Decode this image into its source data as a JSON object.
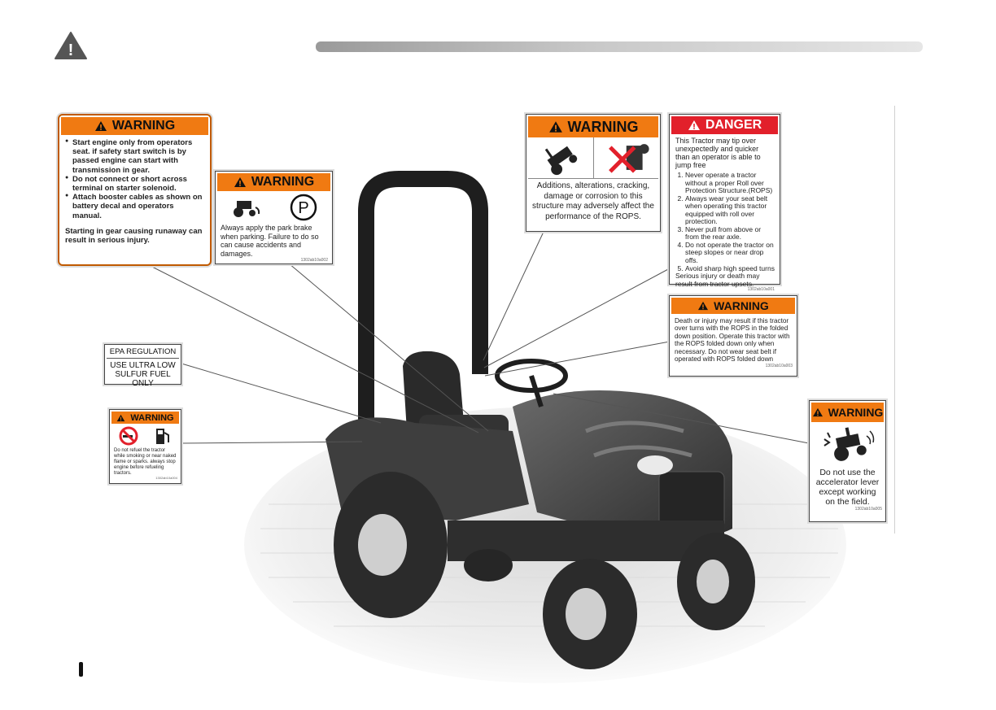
{
  "header": {
    "warning_symbol": "!"
  },
  "decals": {
    "start_engine": {
      "title": "WARNING",
      "bullets": [
        "Start engine only from operators seat. if safety start switch is by passed engine can start with transmission in gear.",
        "Do not connect or short across terminal on starter solenoid.",
        "Attach booster cables as shown on battery decal and operators manual."
      ],
      "footer": "Starting in gear causing runaway can result in serious injury."
    },
    "park_brake": {
      "title": "WARNING",
      "p_symbol": "P",
      "text": "Always apply the park brake when parking. Failure to do so can cause accidents and damages.",
      "code": "1302ab10a002"
    },
    "rops_alteration": {
      "title": "WARNING",
      "text": "Additions, alterations, cracking, damage or corrosion to this structure may adversely affect the performance of the ROPS."
    },
    "danger_tip": {
      "title": "DANGER",
      "intro": "This Tractor may tip over unexpectedly and quicker than an operator is able to jump free",
      "items": [
        "Never operate a tractor without a proper Roll over Protection Structure.(ROPS)",
        "Always wear your seat belt when operating this tractor equipped with roll over protection.",
        "Never pull from above or from the rear axle.",
        "Do not operate the tractor on steep slopes or near drop offs.",
        "Avoid sharp high speed turns"
      ],
      "footer": "Serious injury or death may result from tractor upsets.",
      "code": "1302ab10a001"
    },
    "rops_folded": {
      "title": "WARNING",
      "text": "Death or injury may result if this tractor over turns with the ROPS in the folded down position. Operate this tractor with the ROPS folded down only when necessary. Do not wear seat belt if operated with ROPS folded down",
      "code": "1302ab10a003"
    },
    "epa": {
      "title": "EPA REGULATION",
      "line1": "USE ULTRA LOW",
      "line2": "SULFUR FUEL ONLY"
    },
    "refuel": {
      "title": "WARNING",
      "text": "Do not refuel the tractor while smoking or near naked flame or sparks. always stop engine before refueling tractors.",
      "code": "1302ab10a004"
    },
    "accelerator": {
      "title": "WARNING",
      "text": "Do not use the accelerator lever except working on the field.",
      "code": "1302ab10a005"
    }
  },
  "colors": {
    "warning_orange": "#f07a12",
    "danger_red": "#e2202b"
  }
}
